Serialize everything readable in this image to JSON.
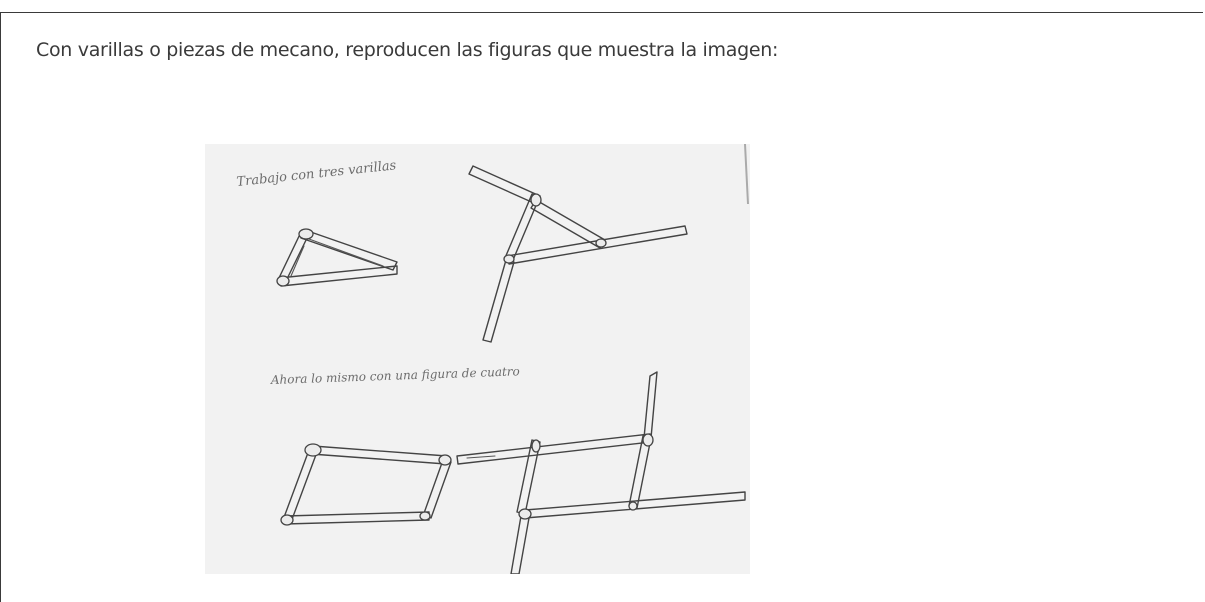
{
  "instruction": {
    "text": "Con varillas o piezas de mecano, reproducen las figuras que muestra la imagen:"
  },
  "sketch": {
    "caption_top": "Trabajo con tres varillas",
    "caption_middle": "Ahora lo mismo con una figura de cuatro"
  }
}
